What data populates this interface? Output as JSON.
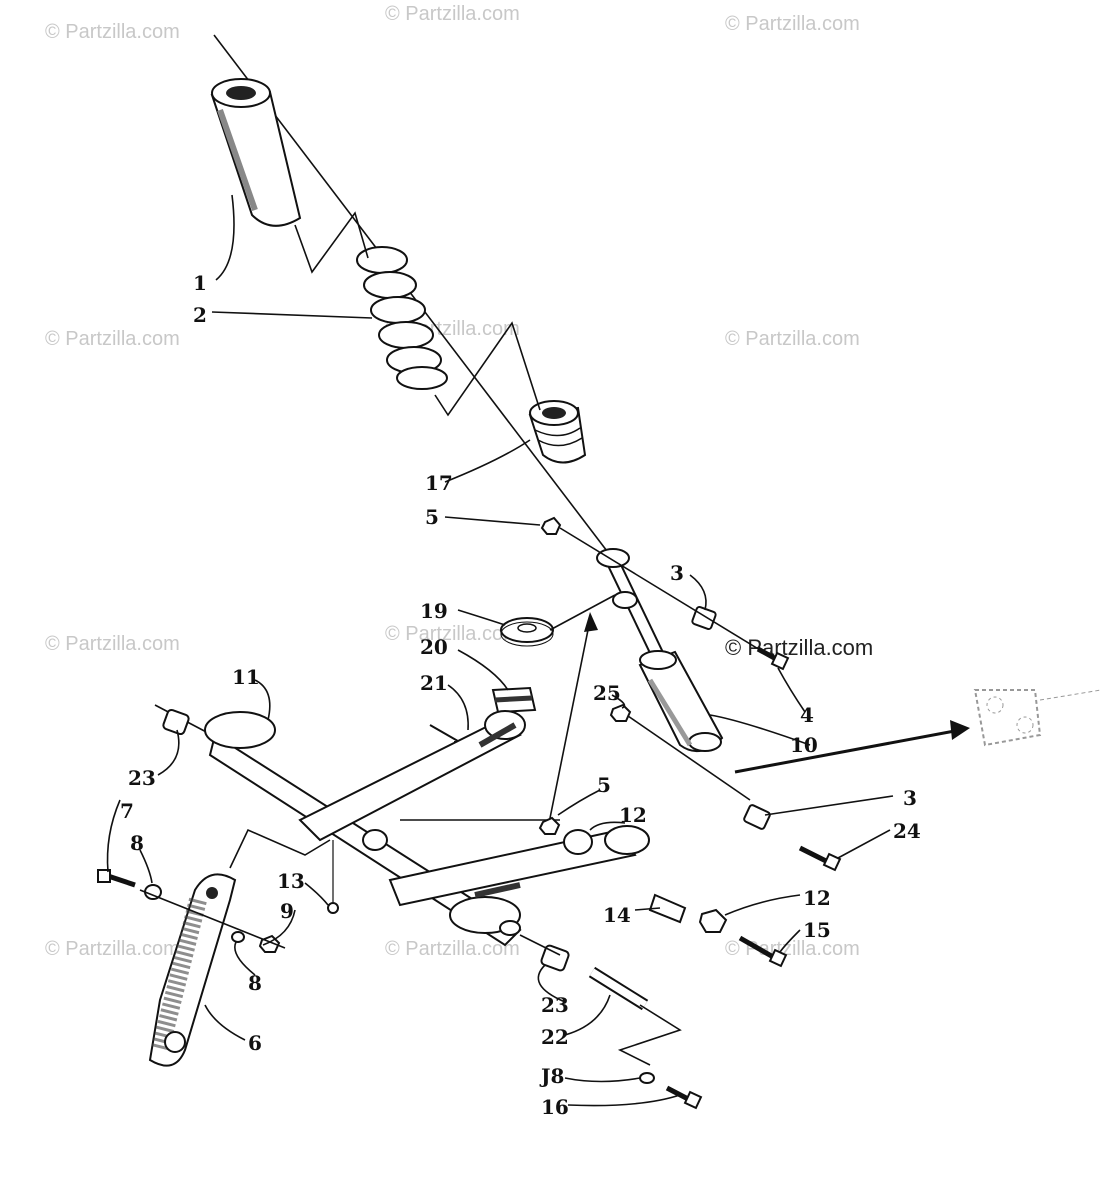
{
  "watermark": "© Partzilla.com",
  "watermark_prominent": "© Partzilla.com",
  "callouts": {
    "c1": "1",
    "c2": "2",
    "c17": "17",
    "c5a": "5",
    "c3a": "3",
    "c4": "4",
    "c19": "19",
    "c20": "20",
    "c21": "21",
    "c11": "11",
    "c25": "25",
    "c10": "10",
    "c23a": "23",
    "c7": "7",
    "c8a": "8",
    "c5b": "5",
    "c12a": "12",
    "c3b": "3",
    "c24": "24",
    "c13": "13",
    "c9": "9",
    "c14": "14",
    "c12b": "12",
    "c15": "15",
    "c8b": "8",
    "c6": "6",
    "c23b": "23",
    "c22": "22",
    "c18": "J8",
    "c16": "16"
  }
}
